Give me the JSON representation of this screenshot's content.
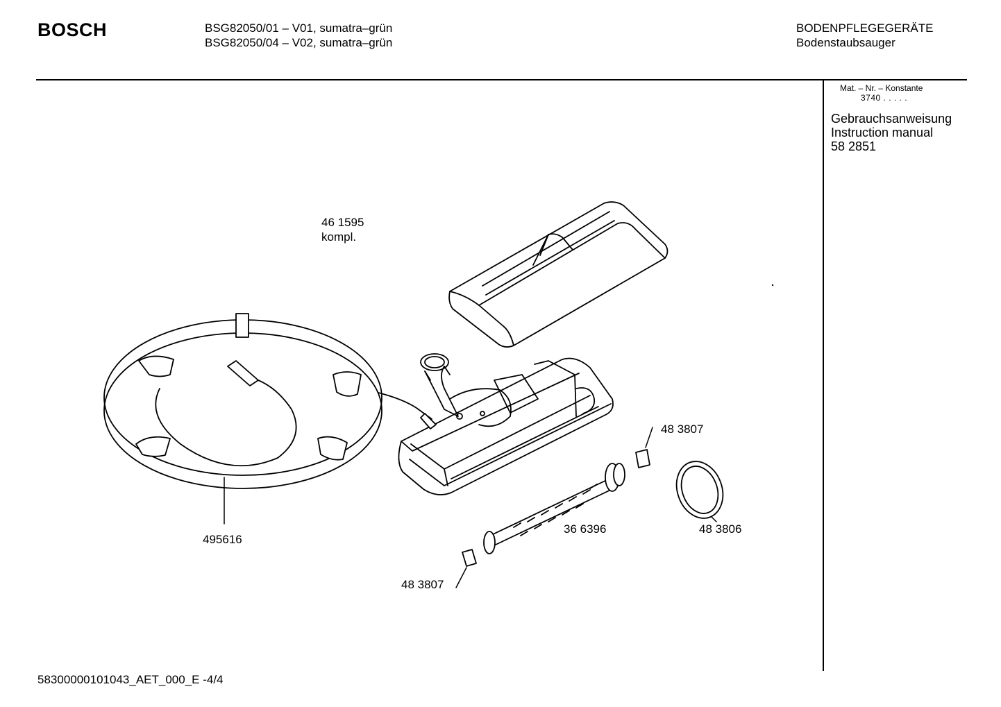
{
  "header": {
    "brand": "BOSCH",
    "models": [
      "BSG82050/01  – V01, sumatra–grün",
      "BSG82050/04  – V02, sumatra–grün"
    ],
    "category": "BODENPFLEGEGERÄTE",
    "subcategory": "Bodenstaubsauger"
  },
  "sidebar": {
    "mat_heading": "Mat. – Nr. – Konstante",
    "mat_value": "3740 .  .  .  .  .",
    "doc_lines": [
      "Gebrauchsanweisung",
      "Instruction manual",
      "58 2851"
    ]
  },
  "parts": {
    "nozzle_number": "46 1595",
    "nozzle_note": "kompl.",
    "cable": "495616",
    "bearing_right": "48 3807",
    "brush_roller": "36 6396",
    "belt": "48 3806",
    "bearing_left": "48 3807"
  },
  "footer": {
    "doc_code": "58300000101043_AET_000_E   -4/4"
  }
}
